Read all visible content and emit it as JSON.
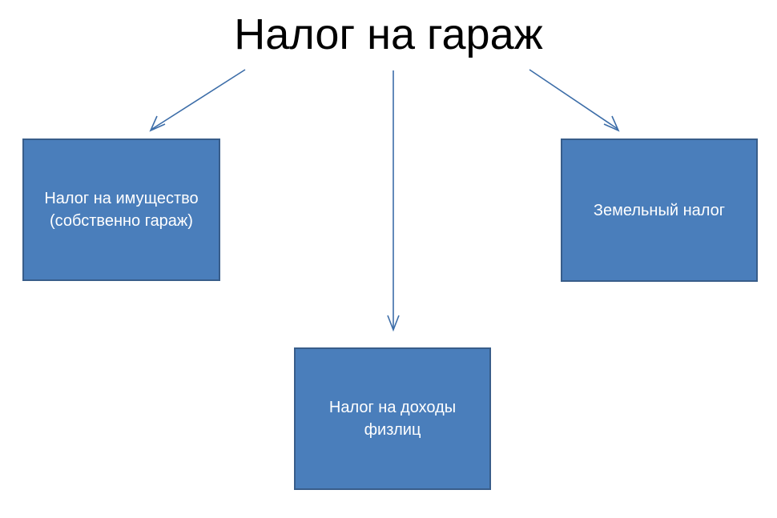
{
  "slide": {
    "title": "Налог на гараж",
    "background_color": "#FFFFFF",
    "title_color": "#000000"
  },
  "theme": {
    "box_fill": "#4A7EBB",
    "box_border": "#385D8A",
    "box_text": "#FFFFFF",
    "arrow_color": "#3C6DA8"
  },
  "nodes": [
    {
      "id": "property-tax",
      "label": "Налог на имущество (собственно гараж)",
      "name": "node-property-tax"
    },
    {
      "id": "income-tax",
      "label": "Налог на доходы физлиц",
      "name": "node-income-tax"
    },
    {
      "id": "land-tax",
      "label": "Земельный налог",
      "name": "node-land-tax"
    }
  ],
  "connectors": [
    {
      "id": "to-property",
      "from": "Налог на гараж",
      "to": "Налог на имущество (собственно гараж)",
      "direction": "down-left"
    },
    {
      "id": "to-income",
      "from": "Налог на гараж",
      "to": "Налог на доходы физлиц",
      "direction": "down"
    },
    {
      "id": "to-land",
      "from": "Налог на гараж",
      "to": "Земельный налог",
      "direction": "down-right"
    }
  ]
}
